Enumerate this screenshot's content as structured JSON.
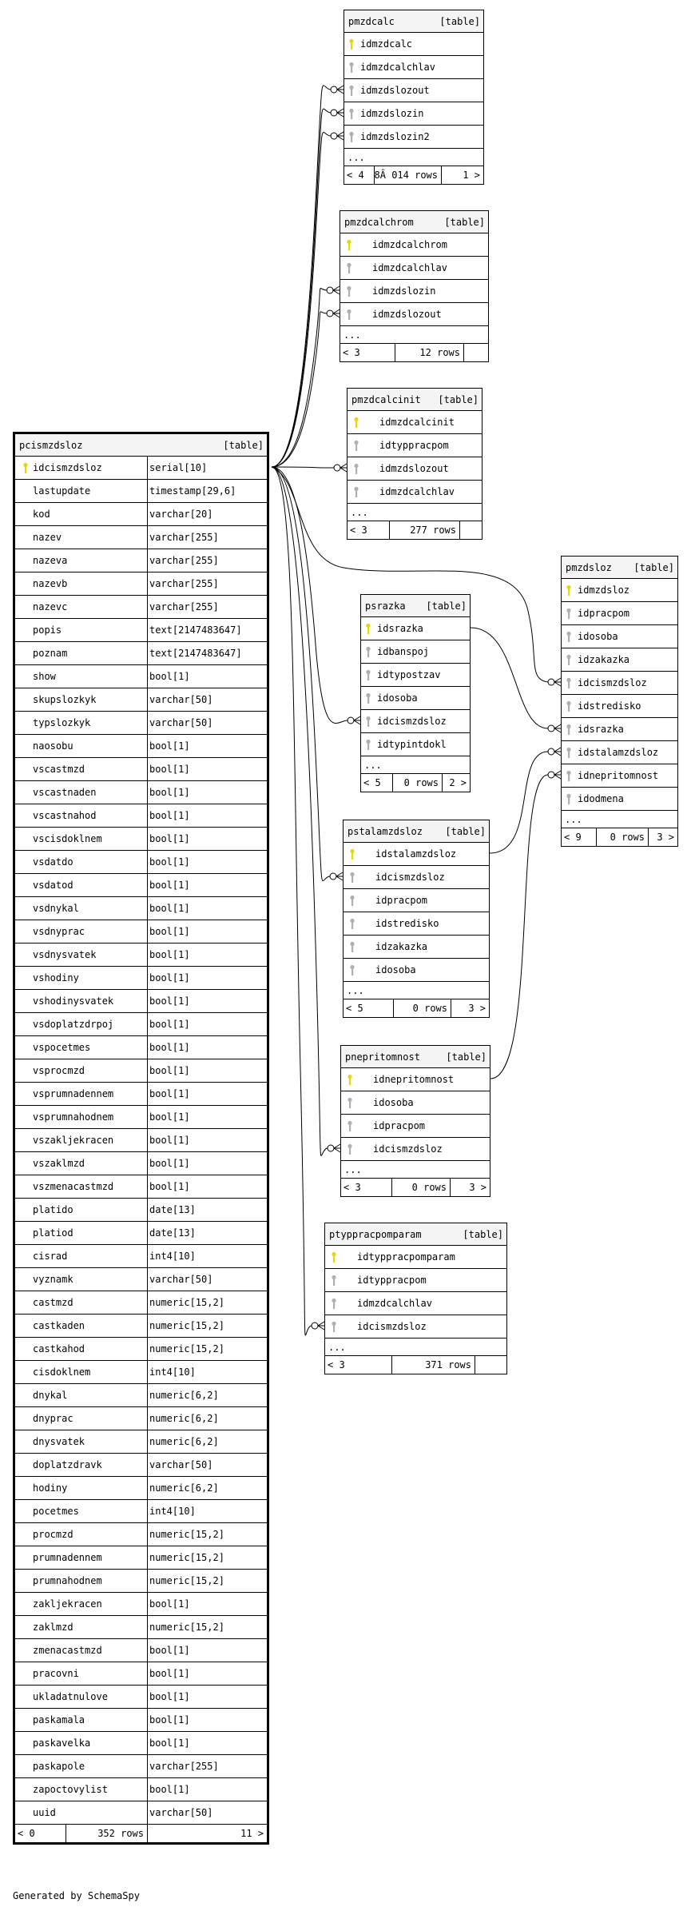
{
  "colors": {
    "pk_key": "#e6d800",
    "fk_key": "#b0b0b0",
    "header_bg": "#f4f4f4",
    "line": "#000000"
  },
  "footer": "Generated by SchemaSpy",
  "main_table": {
    "name": "pcismzdsloz",
    "type_label": "[table]",
    "columns": [
      {
        "name": "idcismzdsloz",
        "type": "serial[10]",
        "pk": true
      },
      {
        "name": "lastupdate",
        "type": "timestamp[29,6]"
      },
      {
        "name": "kod",
        "type": "varchar[20]"
      },
      {
        "name": "nazev",
        "type": "varchar[255]"
      },
      {
        "name": "nazeva",
        "type": "varchar[255]"
      },
      {
        "name": "nazevb",
        "type": "varchar[255]"
      },
      {
        "name": "nazevc",
        "type": "varchar[255]"
      },
      {
        "name": "popis",
        "type": "text[2147483647]"
      },
      {
        "name": "poznam",
        "type": "text[2147483647]"
      },
      {
        "name": "show",
        "type": "bool[1]"
      },
      {
        "name": "skupslozkyk",
        "type": "varchar[50]"
      },
      {
        "name": "typslozkyk",
        "type": "varchar[50]"
      },
      {
        "name": "naosobu",
        "type": "bool[1]"
      },
      {
        "name": "vscastmzd",
        "type": "bool[1]"
      },
      {
        "name": "vscastnaden",
        "type": "bool[1]"
      },
      {
        "name": "vscastnahod",
        "type": "bool[1]"
      },
      {
        "name": "vscisdoklnem",
        "type": "bool[1]"
      },
      {
        "name": "vsdatdo",
        "type": "bool[1]"
      },
      {
        "name": "vsdatod",
        "type": "bool[1]"
      },
      {
        "name": "vsdnykal",
        "type": "bool[1]"
      },
      {
        "name": "vsdnyprac",
        "type": "bool[1]"
      },
      {
        "name": "vsdnysvatek",
        "type": "bool[1]"
      },
      {
        "name": "vshodiny",
        "type": "bool[1]"
      },
      {
        "name": "vshodinysvatek",
        "type": "bool[1]"
      },
      {
        "name": "vsdoplatzdrpoj",
        "type": "bool[1]"
      },
      {
        "name": "vspocetmes",
        "type": "bool[1]"
      },
      {
        "name": "vsprocmzd",
        "type": "bool[1]"
      },
      {
        "name": "vsprumnadennem",
        "type": "bool[1]"
      },
      {
        "name": "vsprumnahodnem",
        "type": "bool[1]"
      },
      {
        "name": "vszakljekracen",
        "type": "bool[1]"
      },
      {
        "name": "vszaklmzd",
        "type": "bool[1]"
      },
      {
        "name": "vszmenacastmzd",
        "type": "bool[1]"
      },
      {
        "name": "platido",
        "type": "date[13]"
      },
      {
        "name": "platiod",
        "type": "date[13]"
      },
      {
        "name": "cisrad",
        "type": "int4[10]"
      },
      {
        "name": "vyznamk",
        "type": "varchar[50]"
      },
      {
        "name": "castmzd",
        "type": "numeric[15,2]"
      },
      {
        "name": "castkaden",
        "type": "numeric[15,2]"
      },
      {
        "name": "castkahod",
        "type": "numeric[15,2]"
      },
      {
        "name": "cisdoklnem",
        "type": "int4[10]"
      },
      {
        "name": "dnykal",
        "type": "numeric[6,2]"
      },
      {
        "name": "dnyprac",
        "type": "numeric[6,2]"
      },
      {
        "name": "dnysvatek",
        "type": "numeric[6,2]"
      },
      {
        "name": "doplatzdravk",
        "type": "varchar[50]"
      },
      {
        "name": "hodiny",
        "type": "numeric[6,2]"
      },
      {
        "name": "pocetmes",
        "type": "int4[10]"
      },
      {
        "name": "procmzd",
        "type": "numeric[15,2]"
      },
      {
        "name": "prumnadennem",
        "type": "numeric[15,2]"
      },
      {
        "name": "prumnahodnem",
        "type": "numeric[15,2]"
      },
      {
        "name": "zakljekracen",
        "type": "bool[1]"
      },
      {
        "name": "zaklmzd",
        "type": "numeric[15,2]"
      },
      {
        "name": "zmenacastmzd",
        "type": "bool[1]"
      },
      {
        "name": "pracovni",
        "type": "bool[1]"
      },
      {
        "name": "ukladatnulove",
        "type": "bool[1]"
      },
      {
        "name": "paskamala",
        "type": "bool[1]"
      },
      {
        "name": "paskavelka",
        "type": "bool[1]"
      },
      {
        "name": "paskapole",
        "type": "varchar[255]"
      },
      {
        "name": "zapoctovylist",
        "type": "bool[1]"
      },
      {
        "name": "uuid",
        "type": "varchar[50]"
      }
    ],
    "footer": {
      "parents": "< 0",
      "rows": "352 rows",
      "children": "11 >"
    }
  },
  "tables": [
    {
      "id": "pmzdcalc",
      "name": "pmzdcalc",
      "type_label": "[table]",
      "columns": [
        {
          "name": "idmzdcalc",
          "pk": true
        },
        {
          "name": "idmzdcalchlav"
        },
        {
          "name": "idmzdslozout"
        },
        {
          "name": "idmzdslozin"
        },
        {
          "name": "idmzdslozin2"
        }
      ],
      "ellipsis": "...",
      "footer": {
        "parents": "< 4",
        "rows": "8Â 014 rows",
        "children": "1 >"
      }
    },
    {
      "id": "pmzdcalchrom",
      "name": "pmzdcalchrom",
      "type_label": "[table]",
      "columns": [
        {
          "name": "idmzdcalchrom",
          "pk": true
        },
        {
          "name": "idmzdcalchlav"
        },
        {
          "name": "idmzdslozin"
        },
        {
          "name": "idmzdslozout"
        }
      ],
      "ellipsis": "...",
      "footer": {
        "parents": "< 3",
        "rows": "12 rows",
        "children": ""
      }
    },
    {
      "id": "pmzdcalcinit",
      "name": "pmzdcalcinit",
      "type_label": "[table]",
      "columns": [
        {
          "name": "idmzdcalcinit",
          "pk": true
        },
        {
          "name": "idtyppracpom"
        },
        {
          "name": "idmzdslozout"
        },
        {
          "name": "idmzdcalchlav"
        }
      ],
      "ellipsis": "...",
      "footer": {
        "parents": "< 3",
        "rows": "277 rows",
        "children": ""
      }
    },
    {
      "id": "pmzdsloz",
      "name": "pmzdsloz",
      "type_label": "[table]",
      "columns": [
        {
          "name": "idmzdsloz",
          "pk": true
        },
        {
          "name": "idpracpom"
        },
        {
          "name": "idosoba"
        },
        {
          "name": "idzakazka"
        },
        {
          "name": "idcismzdsloz"
        },
        {
          "name": "idstredisko"
        },
        {
          "name": "idsrazka"
        },
        {
          "name": "idstalamzdsloz"
        },
        {
          "name": "idnepritomnost"
        },
        {
          "name": "idodmena"
        }
      ],
      "ellipsis": "...",
      "footer": {
        "parents": "< 9",
        "rows": "0 rows",
        "children": "3 >"
      }
    },
    {
      "id": "psrazka",
      "name": "psrazka",
      "type_label": "[table]",
      "columns": [
        {
          "name": "idsrazka",
          "pk": true
        },
        {
          "name": "idbanspoj"
        },
        {
          "name": "idtypostzav"
        },
        {
          "name": "idosoba"
        },
        {
          "name": "idcismzdsloz"
        },
        {
          "name": "idtypintdokl"
        }
      ],
      "ellipsis": "...",
      "footer": {
        "parents": "< 5",
        "rows": "0 rows",
        "children": "2 >"
      }
    },
    {
      "id": "pstalamzdsloz",
      "name": "pstalamzdsloz",
      "type_label": "[table]",
      "columns": [
        {
          "name": "idstalamzdsloz",
          "pk": true
        },
        {
          "name": "idcismzdsloz"
        },
        {
          "name": "idpracpom"
        },
        {
          "name": "idstredisko"
        },
        {
          "name": "idzakazka"
        },
        {
          "name": "idosoba"
        }
      ],
      "ellipsis": "...",
      "footer": {
        "parents": "< 5",
        "rows": "0 rows",
        "children": "3 >"
      }
    },
    {
      "id": "pnepritomnost",
      "name": "pnepritomnost",
      "type_label": "[table]",
      "columns": [
        {
          "name": "idnepritomnost",
          "pk": true
        },
        {
          "name": "idosoba"
        },
        {
          "name": "idpracpom"
        },
        {
          "name": "idcismzdsloz"
        }
      ],
      "ellipsis": "...",
      "footer": {
        "parents": "< 3",
        "rows": "0 rows",
        "children": "3 >"
      }
    },
    {
      "id": "ptyppracpomparam",
      "name": "ptyppracpomparam",
      "type_label": "[table]",
      "columns": [
        {
          "name": "idtyppracpomparam",
          "pk": true
        },
        {
          "name": "idtyppracpom"
        },
        {
          "name": "idmzdcalchlav"
        },
        {
          "name": "idcismzdsloz"
        }
      ],
      "ellipsis": "...",
      "footer": {
        "parents": "< 3",
        "rows": "371 rows",
        "children": ""
      }
    }
  ]
}
